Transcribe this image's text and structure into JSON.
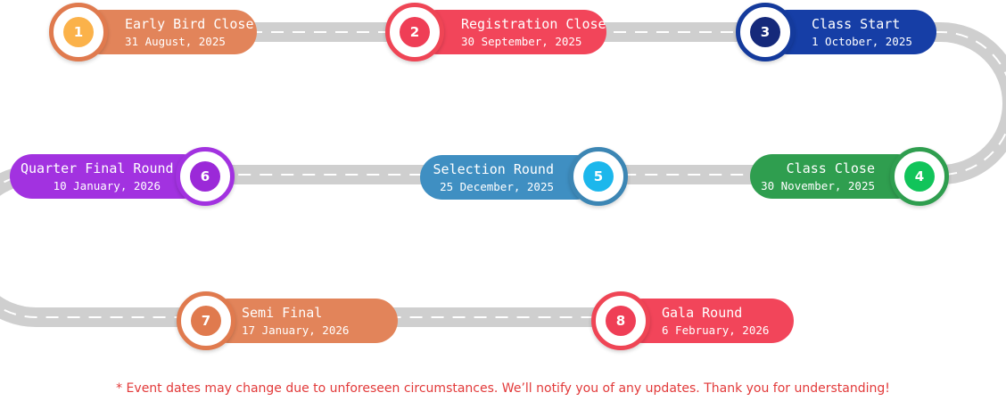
{
  "milestones": [
    {
      "number": "1",
      "title": "Early Bird Close",
      "date": "31 August, 2025",
      "pill_color": "#e2845a",
      "ring_color": "#e07a4e",
      "dot_color": "#fbb24a"
    },
    {
      "number": "2",
      "title": "Registration Close",
      "date": "30 September, 2025",
      "pill_color": "#f2455a",
      "ring_color": "#ef4555",
      "dot_color": "#ef3e56"
    },
    {
      "number": "3",
      "title": "Class Start",
      "date": "1 October, 2025",
      "pill_color": "#163ea6",
      "ring_color": "#143a9c",
      "dot_color": "#15297a"
    },
    {
      "number": "4",
      "title": "Class Close",
      "date": "30 November, 2025",
      "pill_color": "#2f9e4f",
      "ring_color": "#2f9e4f",
      "dot_color": "#11c45a"
    },
    {
      "number": "5",
      "title": "Selection Round",
      "date": "25 December, 2025",
      "pill_color": "#3f8fc2",
      "ring_color": "#3c86b4",
      "dot_color": "#1cb7ec"
    },
    {
      "number": "6",
      "title": "Quarter Final Round",
      "date": "10 January, 2026",
      "pill_color": "#a232e0",
      "ring_color": "#a232e0",
      "dot_color": "#9b29d8"
    },
    {
      "number": "7",
      "title": "Semi Final",
      "date": "17 January, 2026",
      "pill_color": "#e2845a",
      "ring_color": "#e07a4e",
      "dot_color": "#e07a4e"
    },
    {
      "number": "8",
      "title": "Gala Round",
      "date": "6 February, 2026",
      "pill_color": "#f2455a",
      "ring_color": "#ef4555",
      "dot_color": "#ef3e56"
    }
  ],
  "road_color": "#cfcfcf",
  "road_dash_color": "#ffffff",
  "disclaimer": "* Event dates may change due to unforeseen circumstances. We’ll notify you of any updates. Thank you for understanding!",
  "disclaimer_color": "#e23a3a"
}
